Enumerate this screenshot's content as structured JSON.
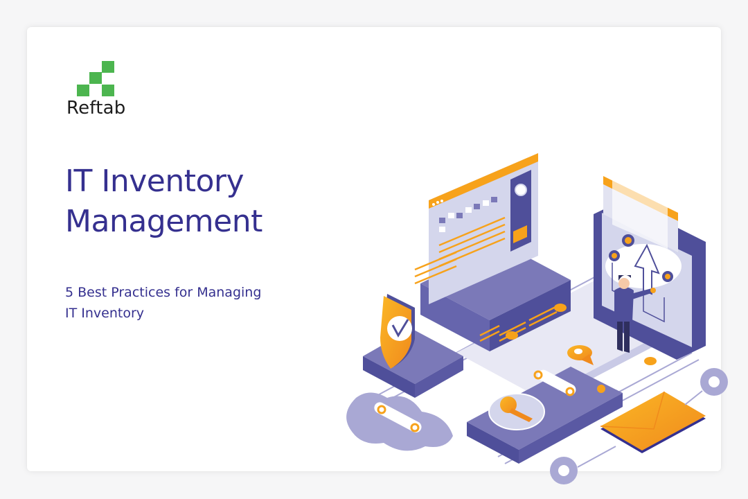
{
  "brand": {
    "name": "Reftab",
    "logo_color": "#4cb54f"
  },
  "hero": {
    "title_line1": "IT Inventory",
    "title_line2": "Management",
    "subtitle_line1": "5 Best Practices for Managing",
    "subtitle_line2": "IT Inventory",
    "text_color": "#35308f"
  },
  "illustration": {
    "description": "Isometric IT inventory scene: dashboard window on server, laptop with cloud upload, person touching screen, shield with checkmark, key card, envelope, gears and cloud",
    "colors": {
      "indigo": "#4f4f9a",
      "indigo_light": "#7b79b8",
      "lavender": "#c9cae6",
      "pale": "#e6e7f3",
      "orange": "#f7a21b",
      "orange_dark": "#f08a1c"
    },
    "elements": [
      "dashboard-window",
      "server-block",
      "laptop",
      "cloud-upload-arrow",
      "person",
      "shield-checkmark",
      "key-card",
      "location-pin",
      "envelope",
      "gear",
      "cloud-toggle"
    ]
  }
}
